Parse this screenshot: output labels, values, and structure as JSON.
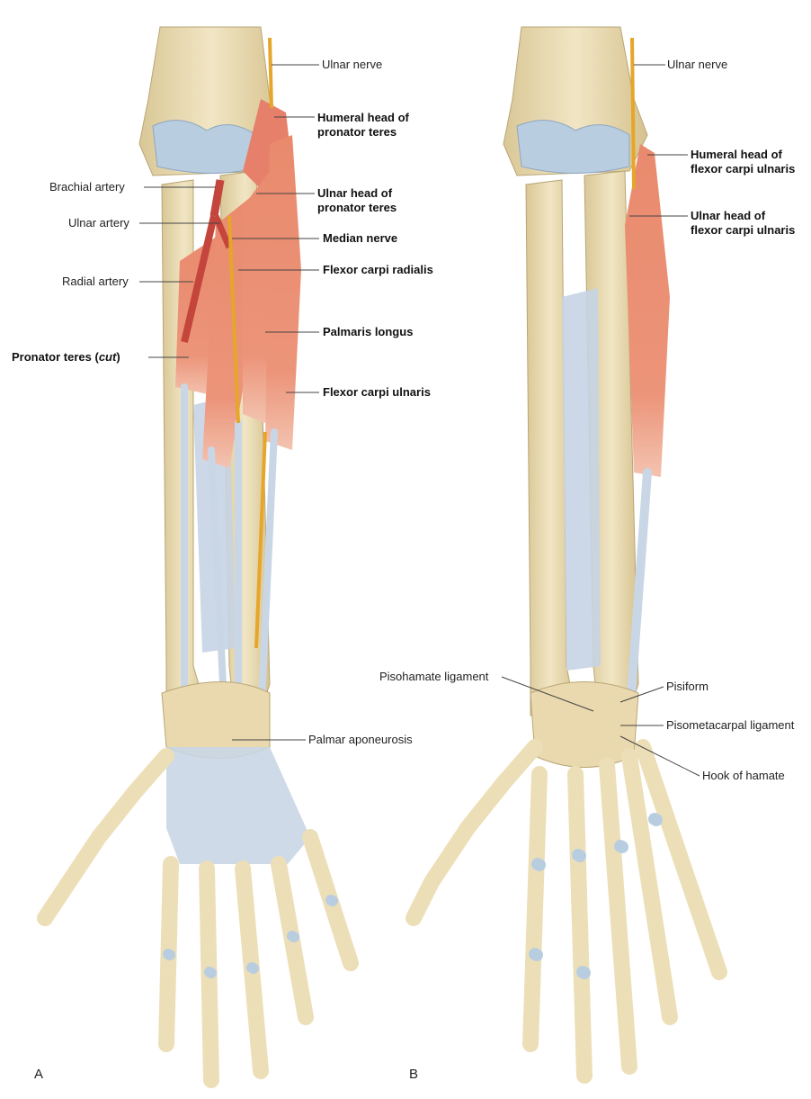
{
  "panels": [
    {
      "letter": "A",
      "labels": {
        "ulnar_nerve": "Ulnar nerve",
        "humeral_head_pt_1": "Humeral head of",
        "humeral_head_pt_2": "pronator teres",
        "brachial_artery": "Brachial artery",
        "ulnar_head_pt_1": "Ulnar head of",
        "ulnar_head_pt_2": "pronator teres",
        "ulnar_artery": "Ulnar artery",
        "median_nerve": "Median nerve",
        "flexor_carpi_radialis": "Flexor carpi radialis",
        "radial_artery": "Radial artery",
        "palmaris_longus": "Palmaris longus",
        "pronator_teres_cut_a": "Pronator teres (",
        "pronator_teres_cut_b": "cut",
        "pronator_teres_cut_c": ")",
        "flexor_carpi_ulnaris": "Flexor carpi ulnaris",
        "palmar_aponeurosis": "Palmar aponeurosis"
      }
    },
    {
      "letter": "B",
      "labels": {
        "ulnar_nerve": "Ulnar nerve",
        "humeral_head_fcu_1": "Humeral head of",
        "humeral_head_fcu_2": "flexor carpi ulnaris",
        "ulnar_head_fcu_1": "Ulnar head of",
        "ulnar_head_fcu_2": "flexor carpi ulnaris",
        "pisohamate_ligament": "Pisohamate ligament",
        "pisiform": "Pisiform",
        "pisometacarpal_ligament": "Pisometacarpal ligament",
        "hook_of_hamate": "Hook of hamate"
      }
    }
  ],
  "colors": {
    "bone": "#ecdfb8",
    "bone_shade": "#cdbb8a",
    "muscle": "#e8876a",
    "muscle_dark": "#d2694e",
    "tendon": "#c9d6e6",
    "cartilage": "#b9cde0",
    "nerve": "#e5a62a",
    "artery": "#c4453b",
    "leader": "#444444"
  }
}
